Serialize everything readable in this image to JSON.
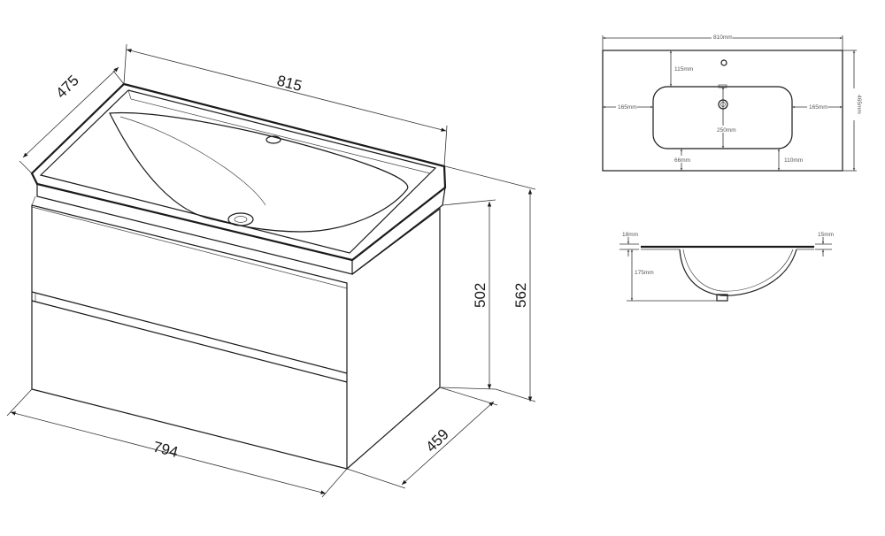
{
  "cabinet": {
    "width_top": "815",
    "depth_top": "475",
    "height_total": "562",
    "height_body": "502",
    "width_bottom": "794",
    "depth_bottom": "459"
  },
  "top_view": {
    "width": "810mm",
    "depth": "465mm",
    "tap_offset": "115mm",
    "side_left": "165mm",
    "side_right": "165mm",
    "bowl_depth": "250mm",
    "front_left": "66mm",
    "front_right": "110mm"
  },
  "section_view": {
    "rim_left": "18mm",
    "rim_right": "15mm",
    "bowl_height": "175mm"
  }
}
